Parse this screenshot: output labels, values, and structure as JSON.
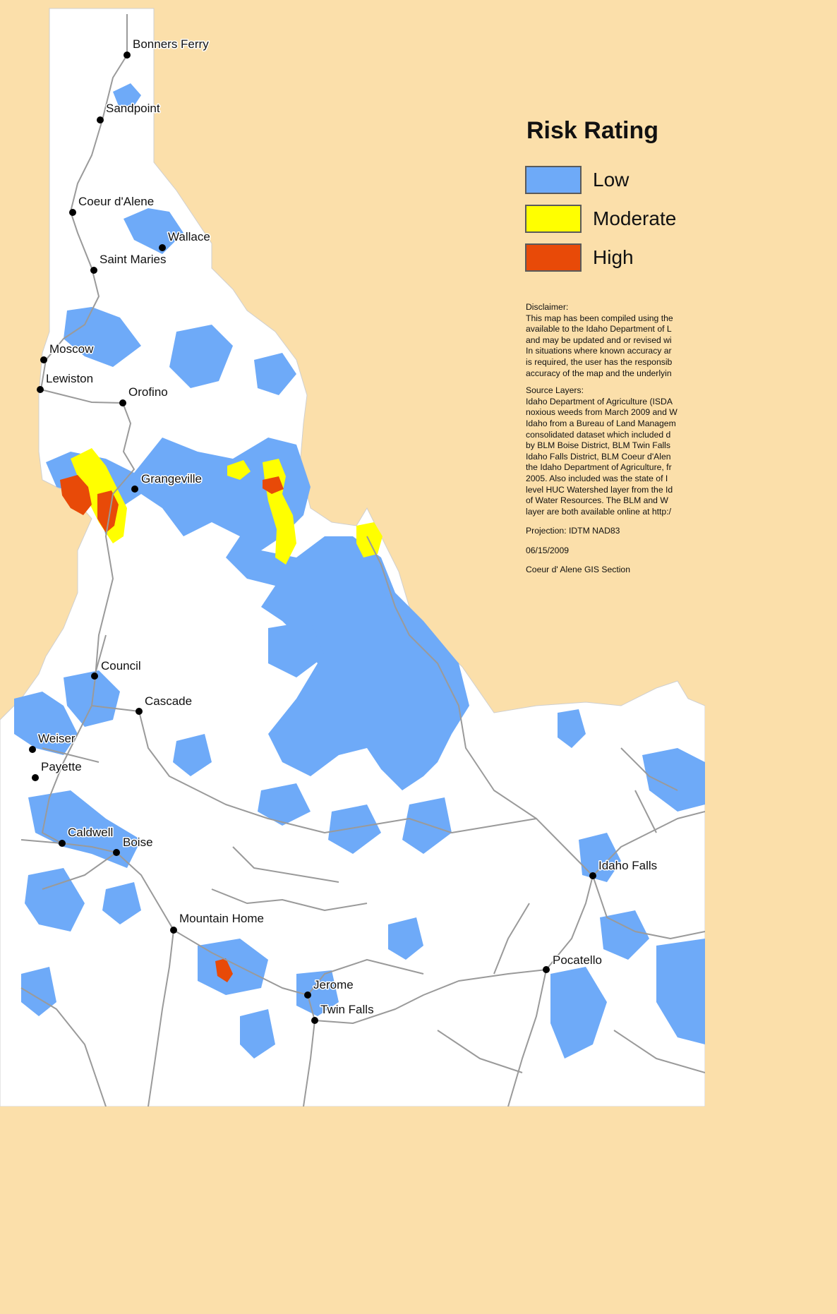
{
  "legend": {
    "title": "Risk Rating",
    "items": [
      {
        "label": "Low",
        "color": "#6eaaf8"
      },
      {
        "label": "Moderate",
        "color": "#ffff00"
      },
      {
        "label": "High",
        "color": "#e84a08"
      }
    ]
  },
  "disclaimer": {
    "heading": "Disclaimer:",
    "lines": [
      "This map has been compiled using the",
      "available to the Idaho Department of L",
      "and may be updated and or revised wi",
      "In situations where known accuracy ar",
      "is required, the user has the responsib",
      "accuracy of the map and the underlyin"
    ]
  },
  "sources": {
    "heading": "Source Layers:",
    "lines": [
      "Idaho Department of Agriculture (ISDA",
      "noxious weeds from March 2009 and W",
      "Idaho from a Bureau of Land Managem",
      "consolidated dataset which included d",
      "by BLM Boise District, BLM Twin Falls",
      "Idaho Falls District, BLM Coeur d'Alen",
      "the Idaho Department of Agriculture, fr",
      "2005.  Also included was the state of I",
      "level HUC Watershed layer from the Id",
      "of Water Resources.  The BLM and W",
      "layer are both available online at http:/"
    ]
  },
  "projection": "Projection: IDTM NAD83",
  "date": "06/15/2009",
  "credit": "Coeur d' Alene GIS Section",
  "colors": {
    "background": "#fbdfaa",
    "state_fill": "#ffffff",
    "roads": "#9a9a9a"
  },
  "cities": [
    {
      "name": "Bonners Ferry"
    },
    {
      "name": "Sandpoint"
    },
    {
      "name": "Coeur d'Alene"
    },
    {
      "name": "Wallace"
    },
    {
      "name": "Saint Maries"
    },
    {
      "name": "Moscow"
    },
    {
      "name": "Lewiston"
    },
    {
      "name": "Orofino"
    },
    {
      "name": "Grangeville"
    },
    {
      "name": "Council"
    },
    {
      "name": "Cascade"
    },
    {
      "name": "Weiser"
    },
    {
      "name": "Payette"
    },
    {
      "name": "Caldwell"
    },
    {
      "name": "Boise"
    },
    {
      "name": "Mountain Home"
    },
    {
      "name": "Jerome"
    },
    {
      "name": "Twin Falls"
    },
    {
      "name": "Idaho Falls"
    },
    {
      "name": "Pocatello"
    }
  ]
}
